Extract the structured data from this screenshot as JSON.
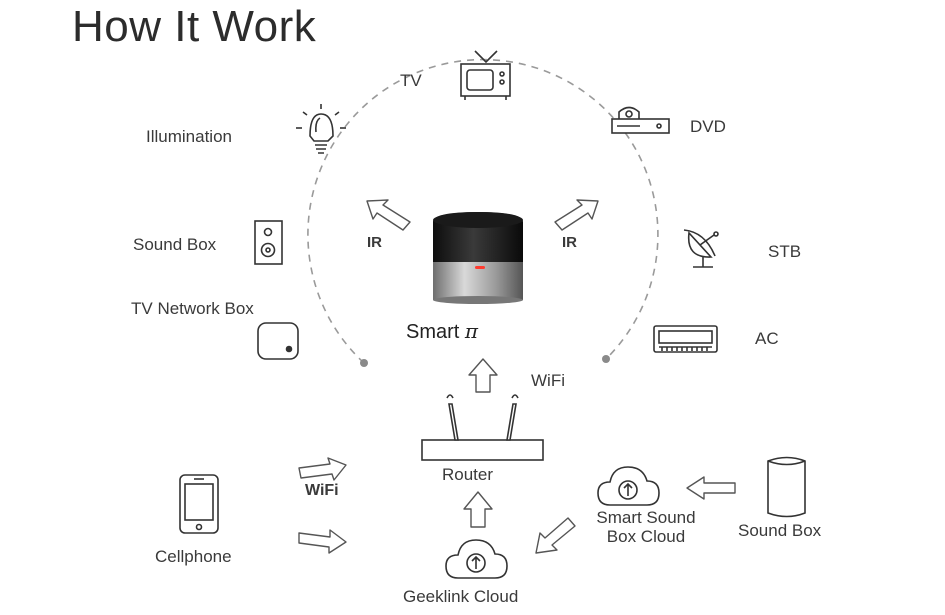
{
  "title": "How It Work",
  "hub": {
    "label": "Smart",
    "symbol": "π"
  },
  "devices": {
    "tv": "TV",
    "dvd": "DVD",
    "illumination": "Illumination",
    "stb": "STB",
    "sound_box": "Sound Box",
    "ac": "AC",
    "tv_network_box": "TV Network Box"
  },
  "links": {
    "ir_left": "IR",
    "ir_right": "IR",
    "wifi_router": "WiFi",
    "wifi_phone": "WiFi"
  },
  "network": {
    "router": "Router",
    "cellphone": "Cellphone",
    "geeklink_cloud": "Geeklink Cloud",
    "smart_sound_box_cloud_line1": "Smart Sound",
    "smart_sound_box_cloud_line2": "Box Cloud",
    "sound_box_speaker": "Sound Box"
  }
}
